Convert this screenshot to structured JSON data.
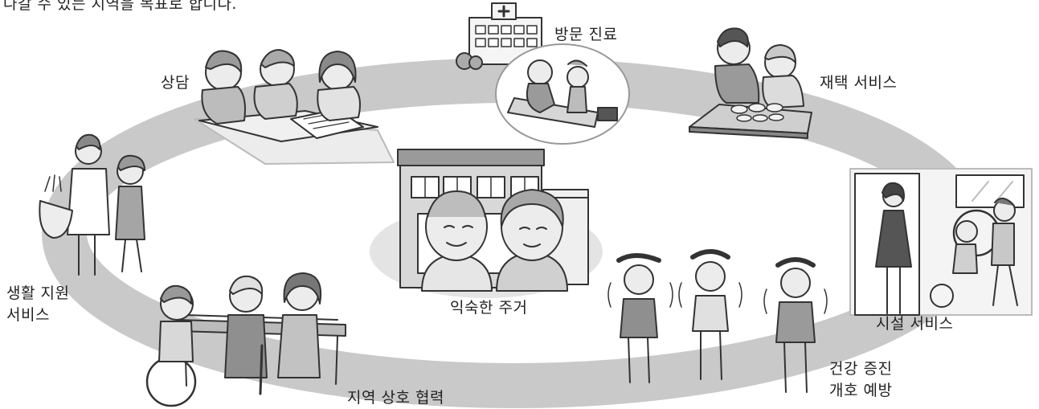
{
  "header_text": "나갈 수 있는 지역을 목표로 합니다.",
  "center": {
    "label": "익숙한 주거"
  },
  "services": [
    {
      "id": "visit_care",
      "label": "방문 진료"
    },
    {
      "id": "home_service",
      "label": "재택 서비스"
    },
    {
      "id": "consultation",
      "label": "상담"
    },
    {
      "id": "facility_service",
      "label": "시설 서비스"
    },
    {
      "id": "life_support",
      "lines": [
        "생활 지원",
        "서비스"
      ]
    },
    {
      "id": "community",
      "label": "지역 상호 협력"
    },
    {
      "id": "health",
      "lines": [
        "건강 증진",
        "개호 예방"
      ]
    }
  ],
  "colors": {
    "ring": "#c9c9c9",
    "line": "#333333",
    "skin": "#e8e8e8",
    "cloth_dark": "#8a8a8a",
    "cloth_mid": "#b5b5b5",
    "cloth_light": "#dcdcdc"
  }
}
